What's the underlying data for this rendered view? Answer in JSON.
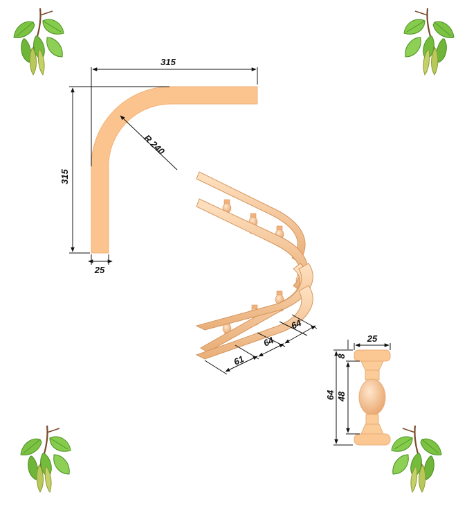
{
  "colors": {
    "wood_light": "#FBD3A8",
    "wood_mid": "#F5B985",
    "wood_dark": "#D99A64",
    "leaf": "#7CC243",
    "leaf_dark": "#4A8F22",
    "twig": "#7A4A2A",
    "catkin": "#B9C85A"
  },
  "icons": [
    "birch-leaf-icon"
  ],
  "plan_view": {
    "width_top": "315",
    "height_left": "315",
    "radius": "R 240",
    "thickness": "25"
  },
  "iso_view": {
    "dim_a": "61",
    "dim_b": "64",
    "dim_c": "64"
  },
  "baluster": {
    "width": "25",
    "total_height": "64",
    "shaft_height": "48",
    "cap_height": "8"
  }
}
